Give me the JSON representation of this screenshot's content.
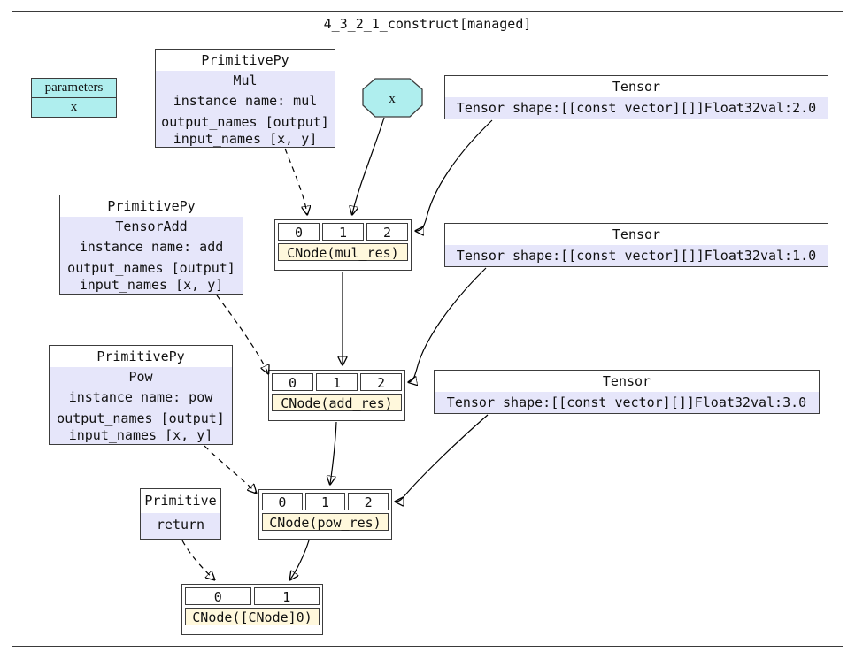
{
  "graph": {
    "title": "4_3_2_1_construct[managed]"
  },
  "colors": {
    "primitive_fill": "#E6E6FA",
    "cnode_fill": "#FFF8DC",
    "parameter_fill": "#AFEEEE",
    "border": "#3c3c3c",
    "edge": "#000000"
  },
  "parameters_node": {
    "title": "parameters",
    "items": [
      "x"
    ]
  },
  "param_octagon": {
    "label": "x"
  },
  "primitives": [
    {
      "header": "PrimitivePy",
      "op": "Mul",
      "instance": "instance name: mul",
      "outputs": "output_names [output]",
      "inputs": "input_names [x, y]"
    },
    {
      "header": "PrimitivePy",
      "op": "TensorAdd",
      "instance": "instance name: add",
      "outputs": "output_names [output]",
      "inputs": "input_names [x, y]"
    },
    {
      "header": "PrimitivePy",
      "op": "Pow",
      "instance": "instance name: pow",
      "outputs": "output_names [output]",
      "inputs": "input_names [x, y]"
    },
    {
      "header": "Primitive",
      "op": "return"
    }
  ],
  "tensors": [
    {
      "header": "Tensor",
      "value": "Tensor shape:[[const vector][]]Float32val:2.0"
    },
    {
      "header": "Tensor",
      "value": "Tensor shape:[[const vector][]]Float32val:1.0"
    },
    {
      "header": "Tensor",
      "value": "Tensor shape:[[const vector][]]Float32val:3.0"
    }
  ],
  "cnodes": [
    {
      "label": "CNode(mul_res)",
      "ports": [
        "0",
        "1",
        "2"
      ]
    },
    {
      "label": "CNode(add_res)",
      "ports": [
        "0",
        "1",
        "2"
      ]
    },
    {
      "label": "CNode(pow_res)",
      "ports": [
        "0",
        "1",
        "2"
      ]
    },
    {
      "label": "CNode([CNode]0)",
      "ports": [
        "0",
        "1"
      ]
    }
  ]
}
